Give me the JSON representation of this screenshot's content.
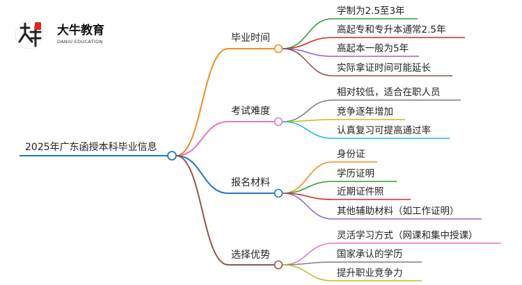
{
  "logo": {
    "name_cn": "大牛教育",
    "name_en": "DANIU EDUCATION"
  },
  "root": {
    "label": "2025年广东函授本科毕业信息",
    "color": "#1f77c4"
  },
  "branches": [
    {
      "label": "毕业时间",
      "color": "#f28c1c",
      "leaves": [
        {
          "label": "学制为2.5至3年",
          "color": "#2ca02c"
        },
        {
          "label": "高起专和专升本通常2.5年",
          "color": "#d62728"
        },
        {
          "label": "高起本一般为5年",
          "color": "#9467bd"
        },
        {
          "label": "实际拿证时间可能延长",
          "color": "#8c564b"
        }
      ]
    },
    {
      "label": "考试难度",
      "color": "#e377c2",
      "leaves": [
        {
          "label": "相对较低，适合在职人员",
          "color": "#7f7f7f"
        },
        {
          "label": "竞争逐年增加",
          "color": "#bcbd22"
        },
        {
          "label": "认真复习可提高通过率",
          "color": "#17becf"
        }
      ]
    },
    {
      "label": "报名材料",
      "color": "#1f77c4",
      "leaves": [
        {
          "label": "身份证",
          "color": "#f28c1c"
        },
        {
          "label": "学历证明",
          "color": "#2ca02c"
        },
        {
          "label": "近期证件照",
          "color": "#d62728"
        },
        {
          "label": "其他辅助材料（如工作证明）",
          "color": "#9467bd"
        }
      ]
    },
    {
      "label": "选择优势",
      "color": "#8c564b",
      "leaves": [
        {
          "label": "灵活学习方式（网课和集中授课）",
          "color": "#e377c2"
        },
        {
          "label": "国家承认的学历",
          "color": "#7f7f7f"
        },
        {
          "label": "提升职业竞争力",
          "color": "#bcbd22"
        }
      ]
    }
  ]
}
